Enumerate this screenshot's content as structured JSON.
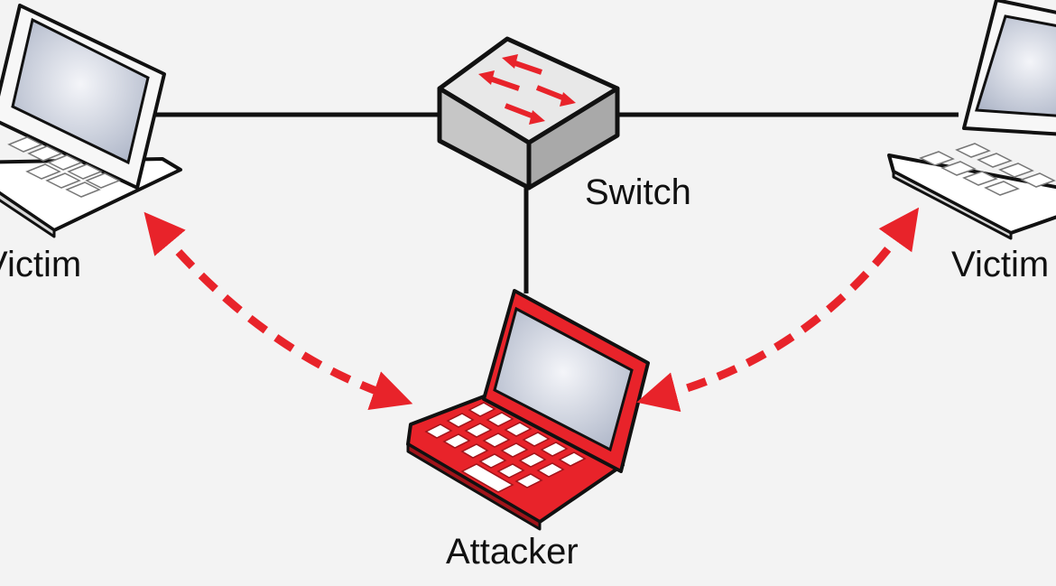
{
  "labels": {
    "switch": "Switch",
    "victim_left": "Victim",
    "victim_right": "Victim",
    "attacker": "Attacker"
  },
  "colors": {
    "background": "#f3f3f3",
    "link_line": "#111111",
    "attack_red": "#e8232a",
    "switch_body": "#dcdcdc",
    "victim_body": "#ffffff",
    "screen": "#c9cfdc"
  },
  "icons": [
    "laptop-icon",
    "network-switch-icon",
    "double-arrow-icon"
  ]
}
